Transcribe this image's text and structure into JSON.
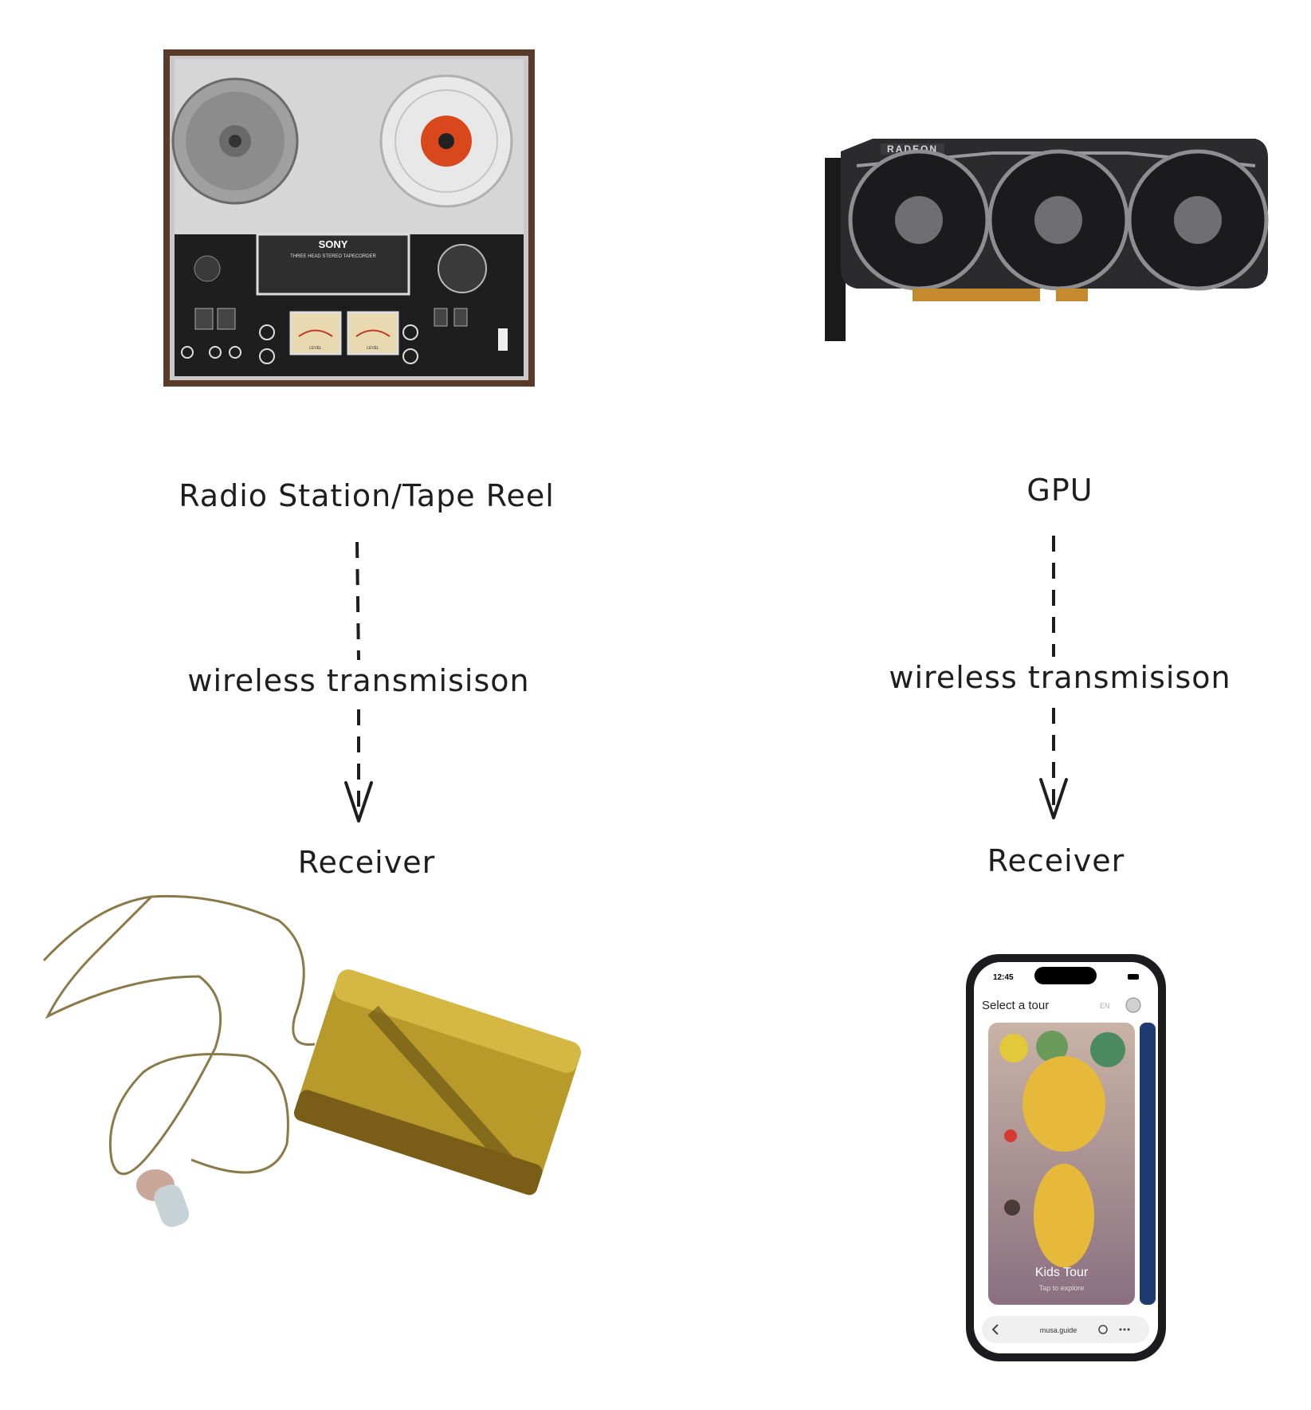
{
  "left_column": {
    "source_label": "Radio Station/Tape Reel",
    "link_label": "wireless transmisison",
    "receiver_label": "Receiver",
    "tape_deck": {
      "brand": "SONY",
      "model_line": "THREE HEAD  STEREO TAPECORDER",
      "level_label": "LEVEL"
    }
  },
  "right_column": {
    "source_label": "GPU",
    "link_label": "wireless transmisison",
    "receiver_label": "Receiver",
    "gpu": {
      "brand": "RADEON"
    },
    "phone": {
      "time": "12:45",
      "language": "EN",
      "header_title": "Select a tour",
      "card_title": "Kids Tour",
      "card_subtitle": "Tap to explore",
      "url": "musa.guide"
    }
  },
  "colors": {
    "ink": "#1e1e1e",
    "brass": "#b89a2a",
    "gpu_body": "#2b2b2e",
    "phone_frame": "#1c1c1e"
  }
}
